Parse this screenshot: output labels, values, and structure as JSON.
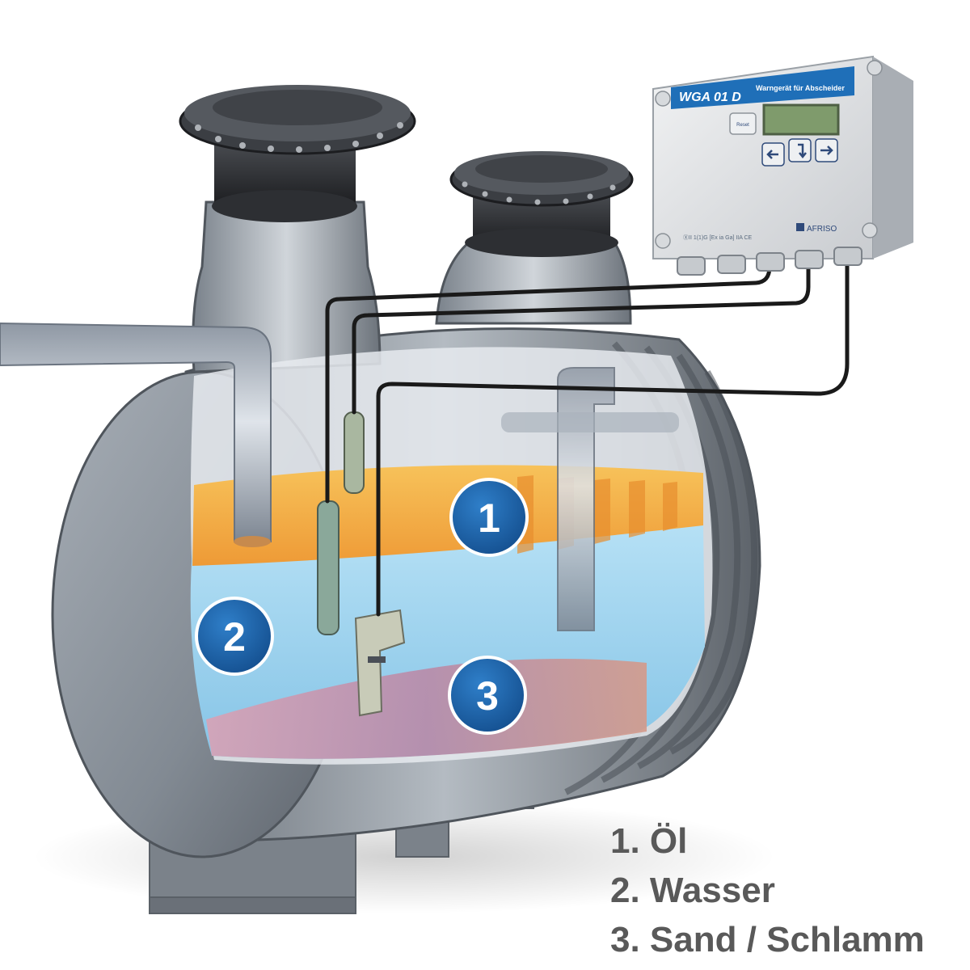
{
  "device": {
    "model": "WGA 01 D",
    "subtitle": "Warngerät für Abscheider",
    "reset_label": "Reset",
    "cert_text": "ⓍII 1(1)G [Ex ia Ga] IIA  CE",
    "brand": "AFRISO"
  },
  "badges": [
    {
      "number": "1"
    },
    {
      "number": "2"
    },
    {
      "number": "3"
    }
  ],
  "legend": [
    {
      "text": "1. Öl"
    },
    {
      "text": "2. Wasser"
    },
    {
      "text": "3. Sand / Schlamm"
    }
  ],
  "colors": {
    "oil": "#f2a93a",
    "water": "#9fd3ef",
    "sludge": "#c98fa8",
    "badge": "#1e63a8",
    "device_panel": "#1f6fb8",
    "tank": "#8e969f"
  }
}
